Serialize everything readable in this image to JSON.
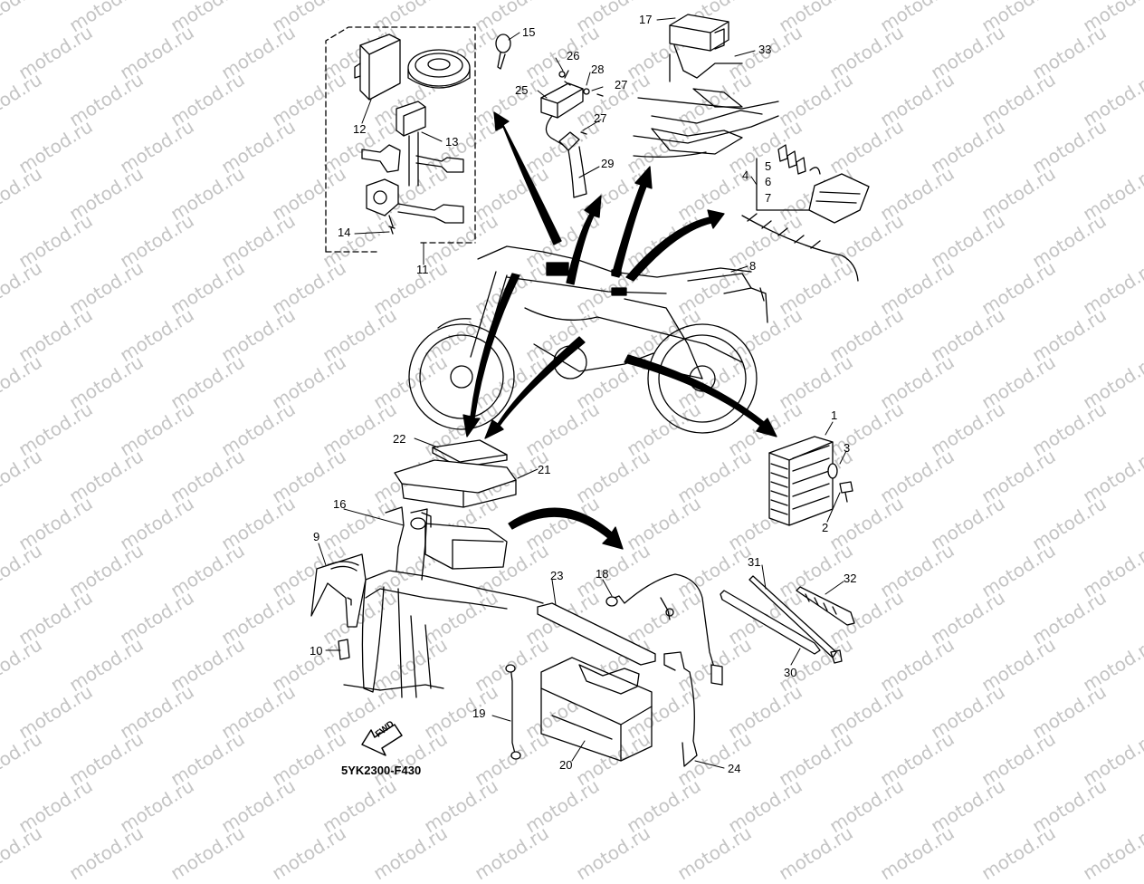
{
  "watermark": "motod.ru",
  "document_code": "5YK2300-F430",
  "fwd_label": "FWD",
  "callouts": [
    {
      "id": "1",
      "text": "1"
    },
    {
      "id": "2",
      "text": "2"
    },
    {
      "id": "3",
      "text": "3"
    },
    {
      "id": "4",
      "text": "4"
    },
    {
      "id": "5",
      "text": "5"
    },
    {
      "id": "6",
      "text": "6"
    },
    {
      "id": "7",
      "text": "7"
    },
    {
      "id": "8",
      "text": "8"
    },
    {
      "id": "9",
      "text": "9"
    },
    {
      "id": "10",
      "text": "10"
    },
    {
      "id": "11",
      "text": "11"
    },
    {
      "id": "12",
      "text": "12"
    },
    {
      "id": "13",
      "text": "13"
    },
    {
      "id": "14",
      "text": "14"
    },
    {
      "id": "15",
      "text": "15"
    },
    {
      "id": "16",
      "text": "16"
    },
    {
      "id": "17",
      "text": "17"
    },
    {
      "id": "18",
      "text": "18"
    },
    {
      "id": "19",
      "text": "19"
    },
    {
      "id": "20",
      "text": "20"
    },
    {
      "id": "21",
      "text": "21"
    },
    {
      "id": "22",
      "text": "22"
    },
    {
      "id": "23",
      "text": "23"
    },
    {
      "id": "24",
      "text": "24"
    },
    {
      "id": "25",
      "text": "25"
    },
    {
      "id": "26",
      "text": "26"
    },
    {
      "id": "27a",
      "text": "27"
    },
    {
      "id": "27b",
      "text": "27"
    },
    {
      "id": "28",
      "text": "28"
    },
    {
      "id": "29",
      "text": "29"
    },
    {
      "id": "30",
      "text": "30"
    },
    {
      "id": "31",
      "text": "31"
    },
    {
      "id": "32",
      "text": "32"
    },
    {
      "id": "33",
      "text": "33"
    }
  ],
  "colors": {
    "ink": "#000000",
    "paper": "#ffffff",
    "watermark": "#c4c4c4"
  }
}
